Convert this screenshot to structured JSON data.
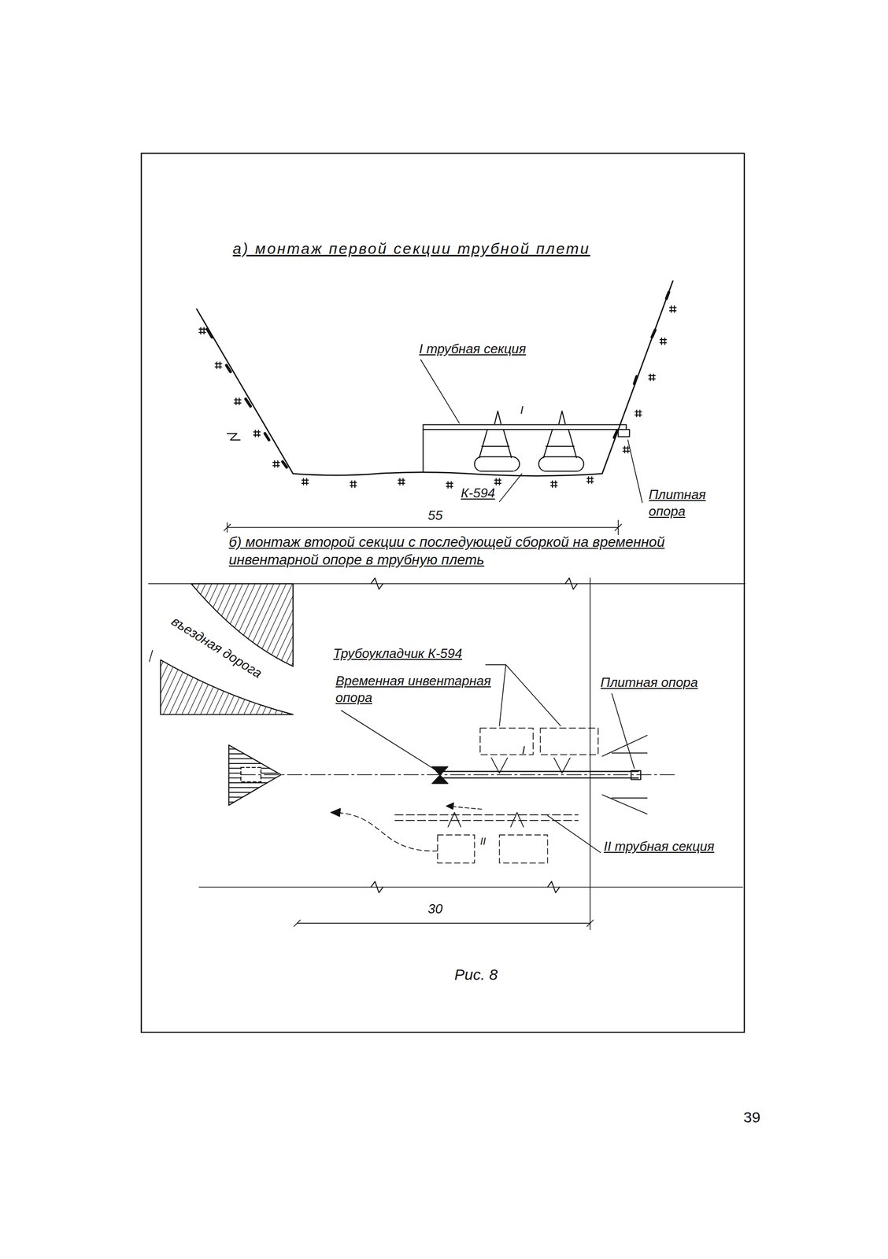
{
  "diagram": {
    "caption": "Рис. 8",
    "labels": [
      "а) монтаж первой секции трубной плети",
      "I трубная секция",
      "I",
      "К-594",
      "Плитная опора",
      "55",
      "б) монтаж второй секции с последующей сборкой на временной инвентарной опоре в трубную плеть",
      "въездная дорога",
      "Трубоукладчик К-594",
      "Временная инвентарная опора",
      "Плитная опора",
      "I",
      "II",
      "II трубная секция",
      "30",
      "39"
    ]
  }
}
